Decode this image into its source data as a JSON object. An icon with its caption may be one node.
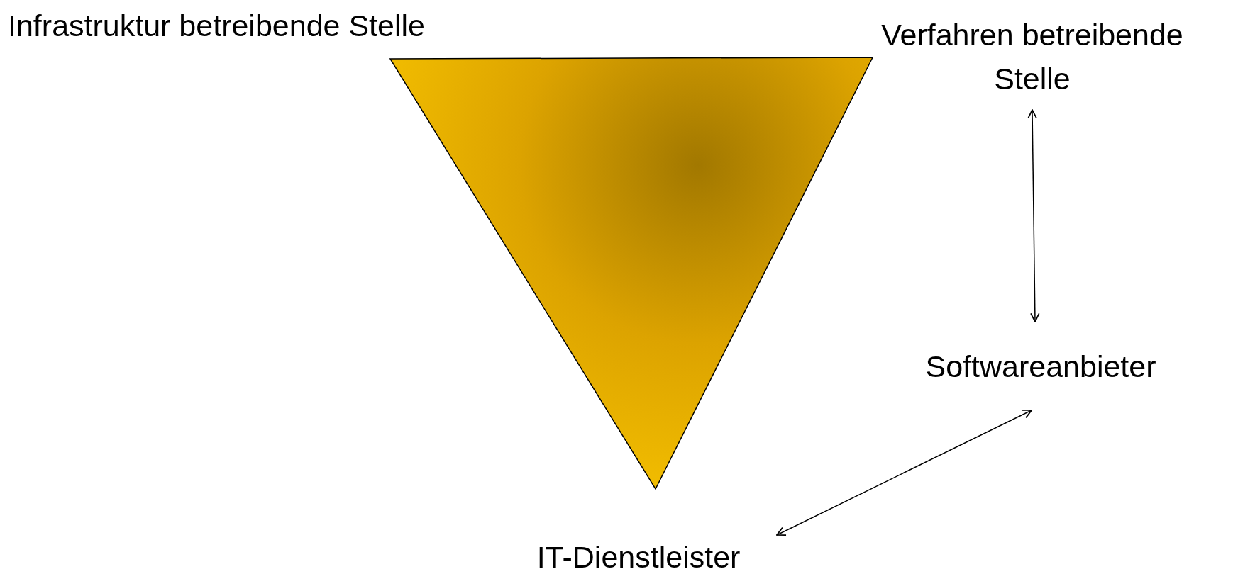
{
  "diagram": {
    "nodes": [
      {
        "text": [
          "Infrastruktur betreibende Stelle"
        ]
      },
      {
        "text": [
          "Verfahren betreibende Stelle"
        ]
      },
      {
        "text": [
          "Softwareanbieter"
        ]
      },
      {
        "text": [
          "IT-Dienstleister"
        ]
      }
    ],
    "edges": [
      {
        "from": 1,
        "to": 2,
        "arrow": "both"
      },
      {
        "from": 2,
        "to": 3,
        "arrow": "both"
      }
    ]
  }
}
